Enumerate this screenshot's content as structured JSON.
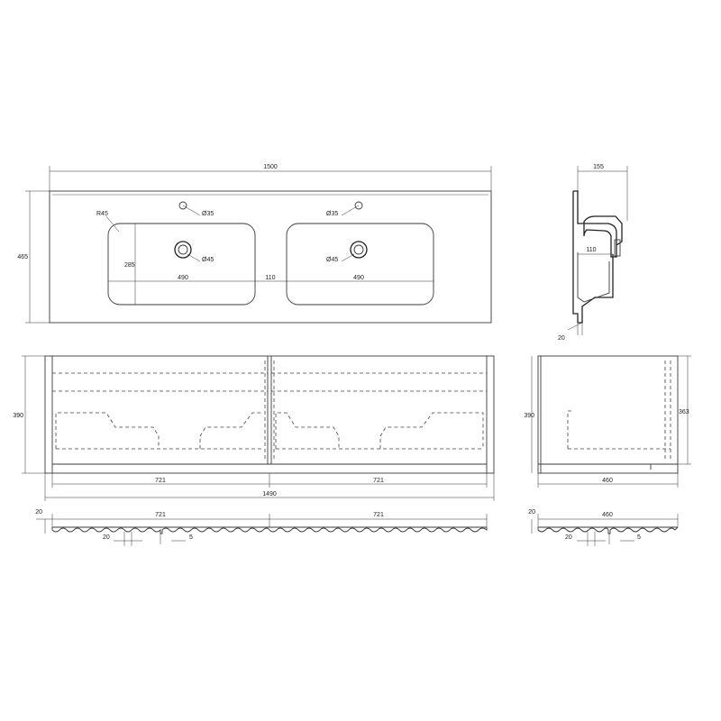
{
  "plan": {
    "overall_width": "1500",
    "overall_depth": "465",
    "radius": "R45",
    "tap_hole_left": "Ø35",
    "tap_hole_right": "Ø35",
    "drain_left": "Ø45",
    "drain_right": "Ø45",
    "bowl_depth": "285",
    "bowl_width_left": "490",
    "bowl_gap": "110",
    "bowl_width_right": "490"
  },
  "side_section": {
    "top_width": "155",
    "inner_offset": "110",
    "bottom_lip": "20"
  },
  "front_cabinet": {
    "height": "390",
    "module_left": "721",
    "module_right": "721",
    "overall_width": "1490"
  },
  "side_cabinet": {
    "height": "390",
    "inner_height": "363",
    "depth": "460"
  },
  "front_drawer_strip": {
    "thickness": "20",
    "module_left": "721",
    "module_right": "721",
    "groove_width": "20",
    "groove_depth": "5"
  },
  "side_drawer_strip": {
    "thickness": "20",
    "depth": "460",
    "groove_width": "20",
    "groove_depth": "5"
  }
}
